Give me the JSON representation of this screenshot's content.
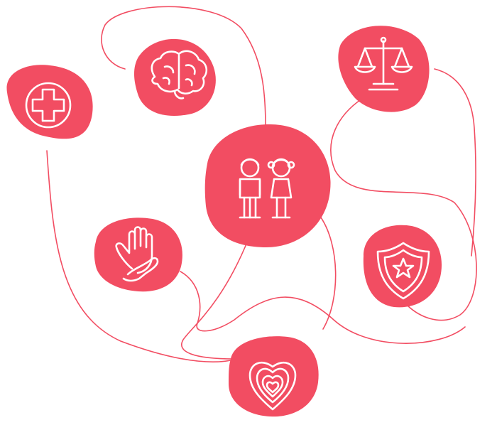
{
  "colors": {
    "accent": "#f24d62",
    "icon_stroke": "#ffffff",
    "background": "#ffffff"
  },
  "nodes": [
    {
      "id": "medical",
      "icon": "medical-cross-icon"
    },
    {
      "id": "mind",
      "icon": "brain-icon"
    },
    {
      "id": "justice",
      "icon": "scales-of-justice-icon"
    },
    {
      "id": "children",
      "icon": "children-icon"
    },
    {
      "id": "support",
      "icon": "helping-hands-icon"
    },
    {
      "id": "protection",
      "icon": "shield-star-icon"
    },
    {
      "id": "love",
      "icon": "layered-hearts-icon"
    }
  ]
}
